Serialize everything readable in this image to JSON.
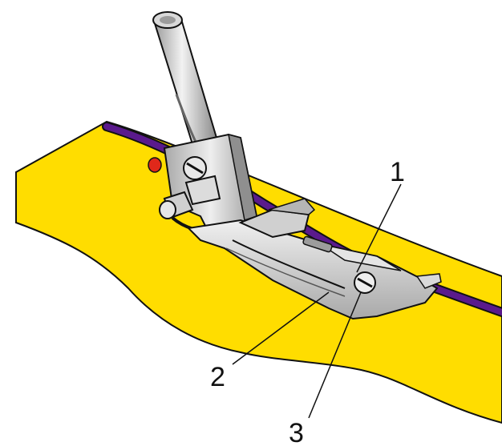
{
  "callouts": [
    {
      "id": "1",
      "label": "1"
    },
    {
      "id": "2",
      "label": "2"
    },
    {
      "id": "3",
      "label": "3"
    }
  ],
  "colors": {
    "fabric": "#ffdd00",
    "cord": "#5a1a8c",
    "metal_light": "#e6e6e6",
    "metal_mid": "#b9b9b9",
    "metal_dark": "#7a7a7a",
    "outline": "#111111",
    "red_marker": "#e0281a"
  }
}
